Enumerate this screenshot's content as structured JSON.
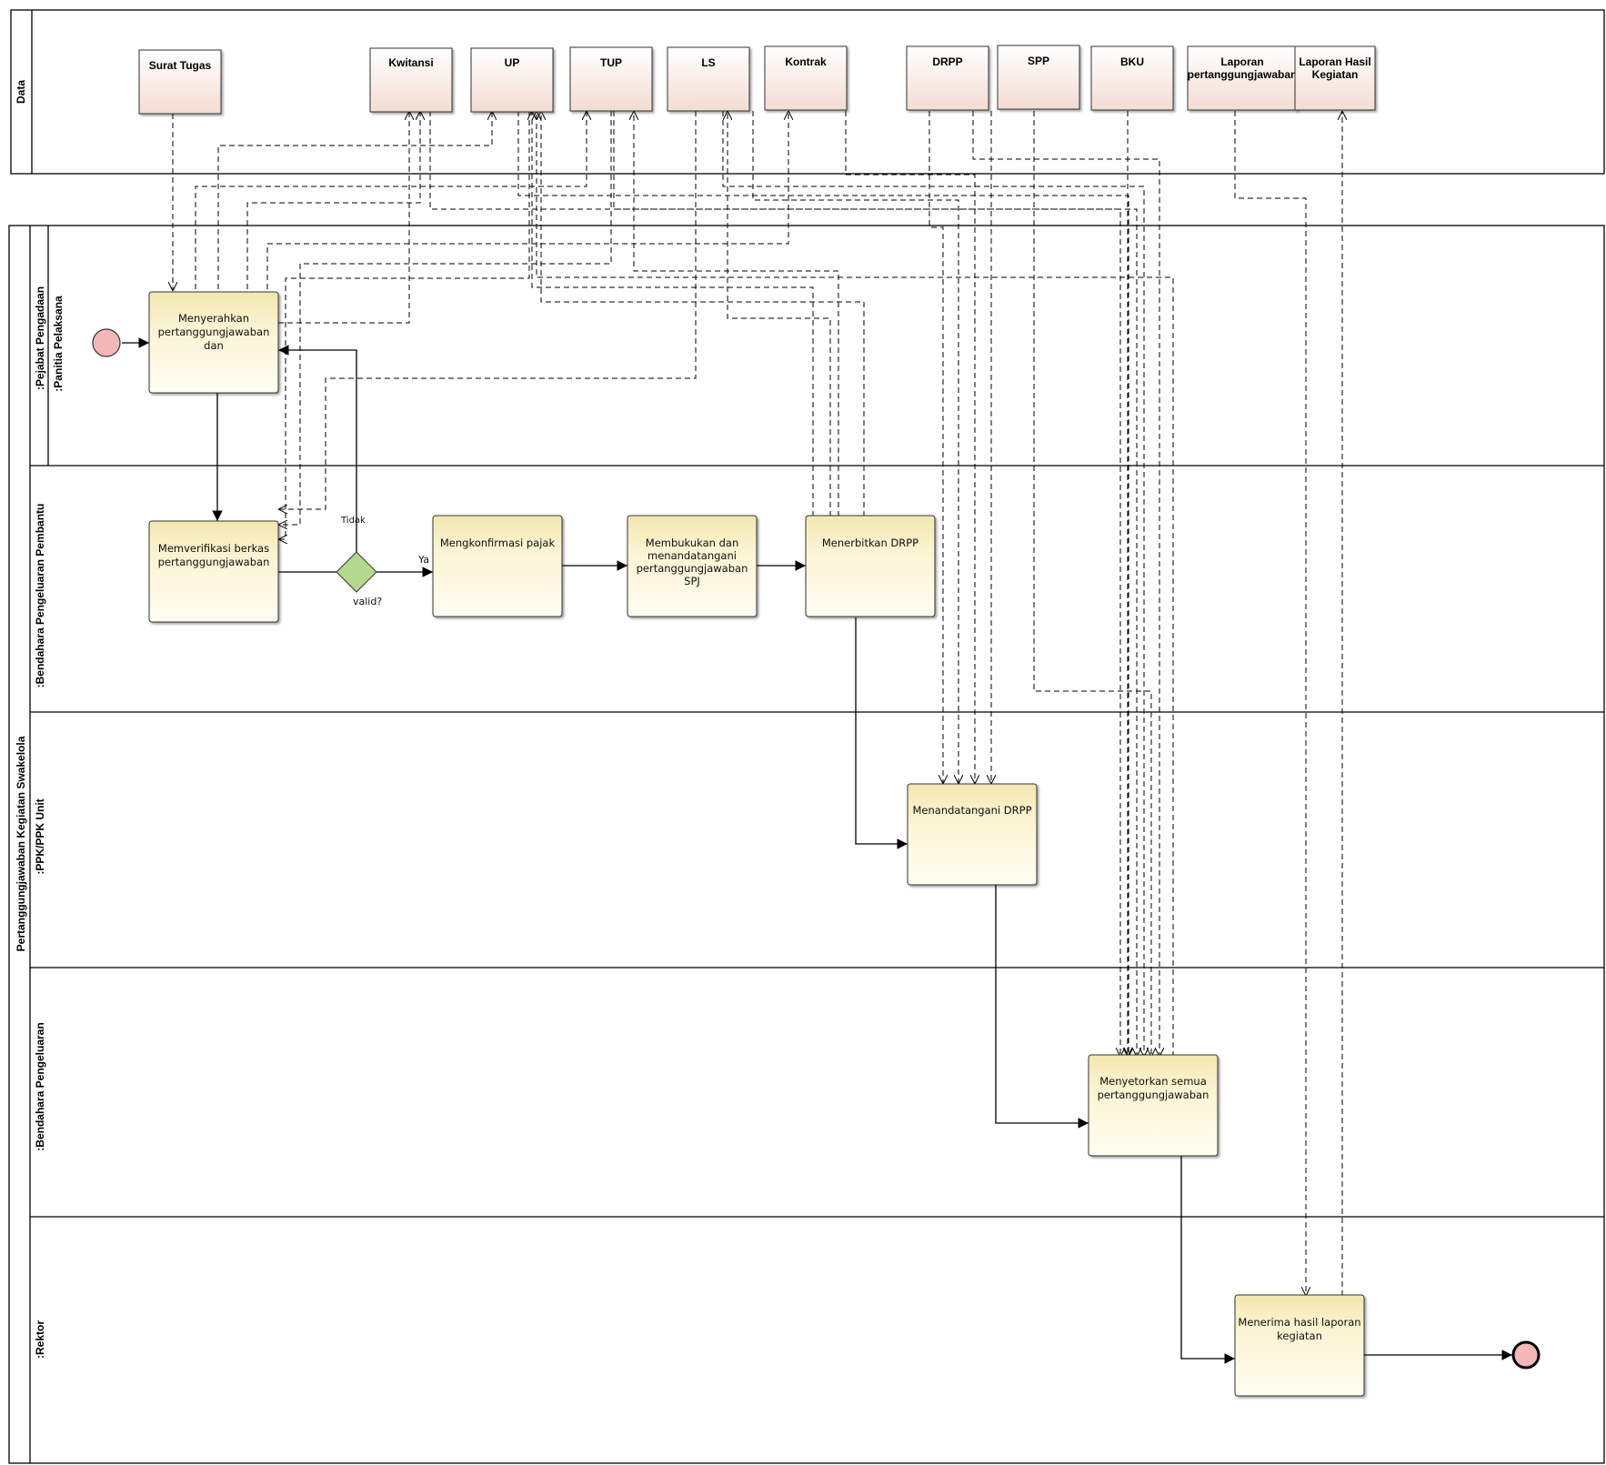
{
  "pools": {
    "data_pool": {
      "label": "Data"
    },
    "main_pool": {
      "label": "Pertanggungjawaban Kegiatan Swakelola"
    }
  },
  "lanes": [
    {
      "id": "pejabat",
      "label": ":Pejabat Pengadaan",
      "sublabel": ":Panitia Pelaksana"
    },
    {
      "id": "bpp",
      "label": ":Bendahara Pengeluaran Pembantu"
    },
    {
      "id": "ppk",
      "label": ":PPK/PPK Unit"
    },
    {
      "id": "bp",
      "label": ":Bendahara Pengeluaran"
    },
    {
      "id": "rektor",
      "label": ":Rektor"
    }
  ],
  "data_objects": [
    {
      "id": "surat_tugas",
      "lines": [
        "Surat Tugas"
      ]
    },
    {
      "id": "kwitansi",
      "lines": [
        "Kwitansi"
      ]
    },
    {
      "id": "up",
      "lines": [
        "UP"
      ]
    },
    {
      "id": "tup",
      "lines": [
        "TUP"
      ]
    },
    {
      "id": "ls",
      "lines": [
        "LS"
      ]
    },
    {
      "id": "kontrak",
      "lines": [
        "Kontrak"
      ]
    },
    {
      "id": "drpp",
      "lines": [
        "DRPP"
      ]
    },
    {
      "id": "spp",
      "lines": [
        "SPP"
      ]
    },
    {
      "id": "bku",
      "lines": [
        "BKU"
      ]
    },
    {
      "id": "laporan_pj",
      "lines": [
        "Laporan",
        "pertanggungjawaban"
      ]
    },
    {
      "id": "laporan_hasil",
      "lines": [
        "Laporan Hasil",
        "Kegiatan"
      ]
    }
  ],
  "activities": [
    {
      "id": "a1",
      "lines": [
        "Menyerahkan",
        "pertanggungjawaban",
        "dan"
      ]
    },
    {
      "id": "a2",
      "lines": [
        "Memverifikasi berkas",
        "pertanggungjawaban"
      ]
    },
    {
      "id": "a3",
      "lines": [
        "Mengkonfirmasi pajak"
      ]
    },
    {
      "id": "a4",
      "lines": [
        "Membukukan dan",
        "menandatangani",
        "pertanggungjawaban",
        "SPJ"
      ]
    },
    {
      "id": "a5",
      "lines": [
        "Menerbitkan DRPP"
      ]
    },
    {
      "id": "a6",
      "lines": [
        "Menandatangani DRPP"
      ]
    },
    {
      "id": "a7",
      "lines": [
        "Menyetorkan semua",
        "pertanggungjawaban"
      ]
    },
    {
      "id": "a8",
      "lines": [
        "Menerima hasil laporan",
        "kegiatan"
      ]
    }
  ],
  "gateway": {
    "label": "valid?",
    "yes_label": "Ya",
    "no_label": "Tidak"
  },
  "colors": {
    "start_fill": "#f5b8b8",
    "activity_fill_top": "#fffbe6",
    "activity_fill_bottom": "#f3e9b5",
    "data_fill_top": "#ffffff",
    "data_fill_bottom": "#f6e0d6",
    "gateway_fill": "#b5d98c"
  }
}
